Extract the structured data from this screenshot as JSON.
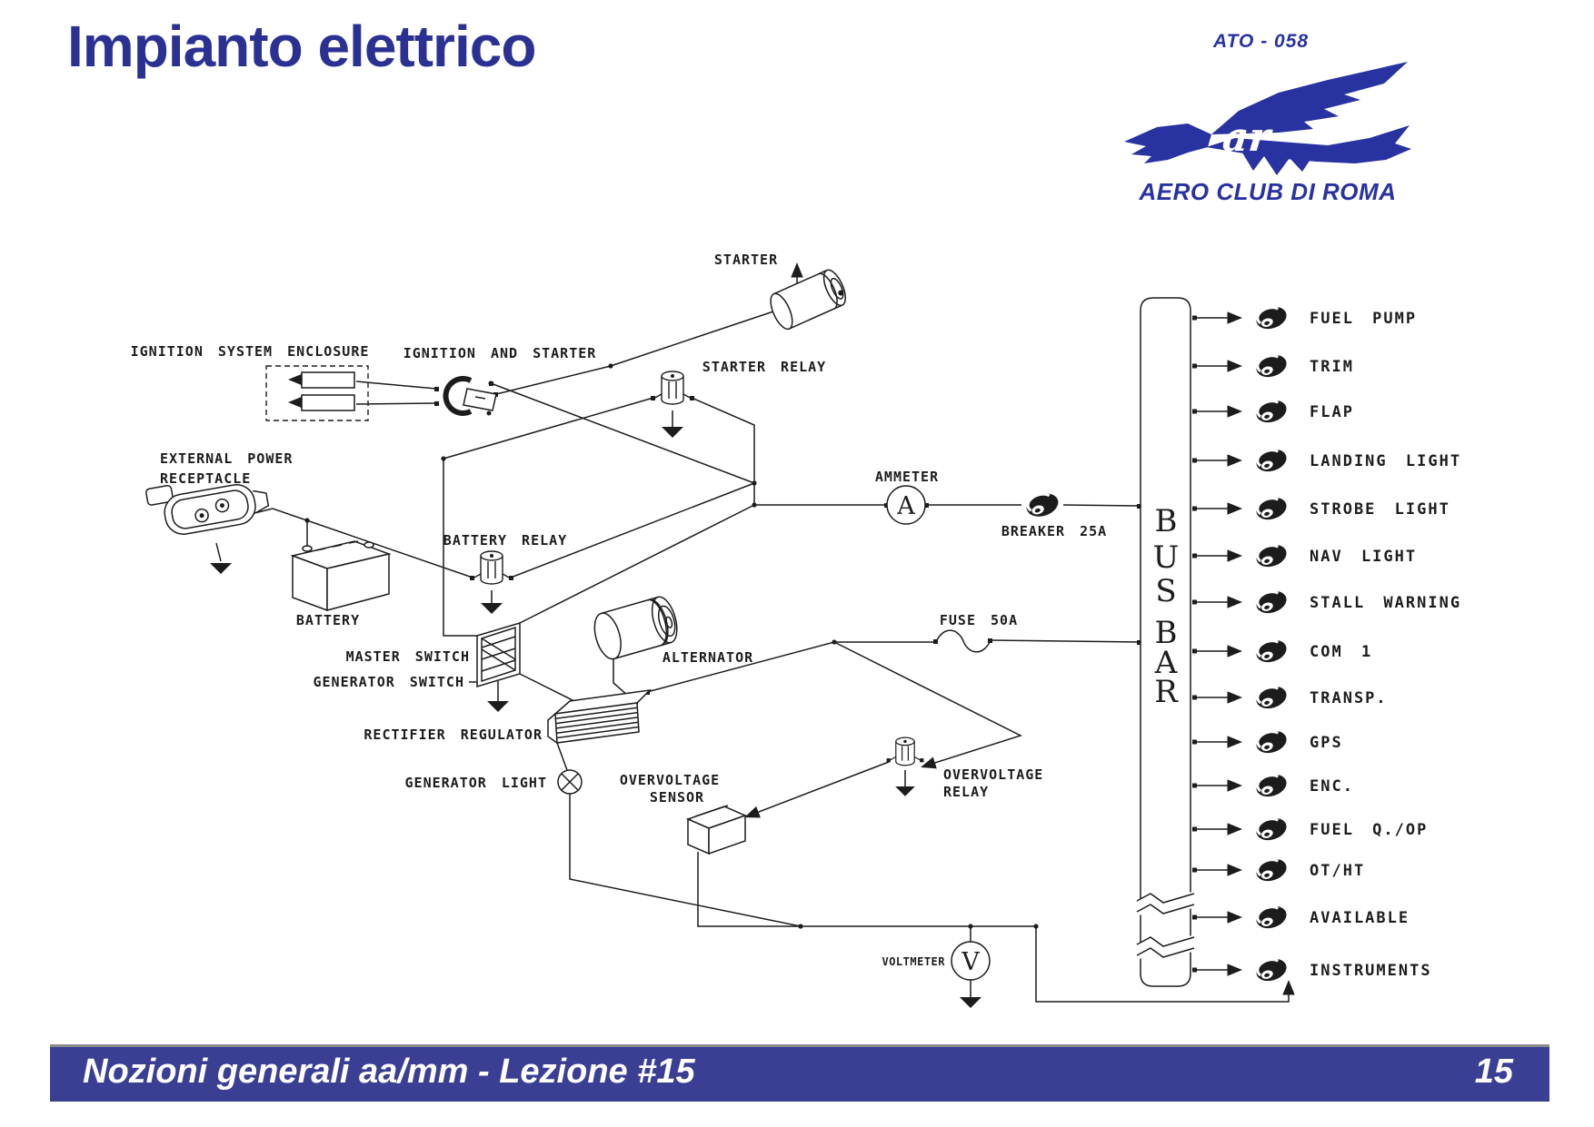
{
  "slide": {
    "title": "Impianto elettrico",
    "logo": {
      "ato": "ATO - 058",
      "club": "AERO CLUB DI ROMA",
      "monogram": "ar"
    },
    "footer": {
      "text": "Nozioni generali aa/mm - Lezione #15",
      "page": "15"
    },
    "colors": {
      "brand_blue": "#2b3192",
      "footer_bar": "#3a3f94",
      "line": "#1c1c1c"
    }
  },
  "diagram": {
    "labels": {
      "starter": "STARTER",
      "starter_relay": "STARTER RELAY",
      "ignition_enclosure": "IGNITION SYSTEM ENCLOSURE",
      "ignition_and_starter": "IGNITION AND STARTER",
      "external_power_line1": "EXTERNAL POWER",
      "external_power_line2": "RECEPTACLE",
      "battery": "BATTERY",
      "battery_relay": "BATTERY RELAY",
      "master_switch": "MASTER SWITCH",
      "generator_switch": "GENERATOR SWITCH",
      "rectifier_regulator": "RECTIFIER REGULATOR",
      "generator_light": "GENERATOR LIGHT",
      "alternator": "ALTERNATOR",
      "ov_sensor_line1": "OVERVOLTAGE",
      "ov_sensor_line2": "SENSOR",
      "ov_relay_line1": "OVERVOLTAGE",
      "ov_relay_line2": "RELAY",
      "ammeter": "AMMETER",
      "ammeter_symbol": "A",
      "breaker_25a": "BREAKER 25A",
      "fuse_50a": "FUSE 50A",
      "voltmeter": "VOLTMETER",
      "voltmeter_symbol": "V"
    },
    "bus": {
      "letters": [
        "B",
        "U",
        "S",
        "B",
        "A",
        "R"
      ]
    },
    "bus_circuits": [
      "FUEL PUMP",
      "TRIM",
      "FLAP",
      "LANDING LIGHT",
      "STROBE LIGHT",
      "NAV LIGHT",
      "STALL WARNING",
      "COM 1",
      "TRANSP.",
      "GPS",
      "ENC.",
      "FUEL Q./OP",
      "OT/HT",
      "AVAILABLE",
      "INSTRUMENTS"
    ]
  }
}
